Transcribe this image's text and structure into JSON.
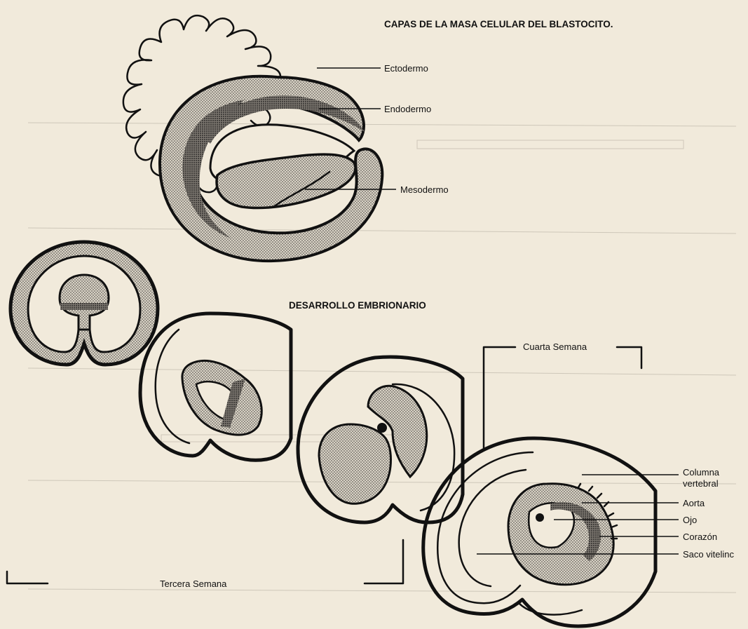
{
  "titles": {
    "capas": "CAPAS DE LA MASA CELULAR DEL BLASTOCITO.",
    "desarrollo": "DESARROLLO EMBRIONARIO"
  },
  "labels": {
    "ectodermo": "Ectodermo",
    "endodermo": "Endodermo",
    "mesodermo": "Mesodermo",
    "cuarta_semana": "Cuarta Semana",
    "tercera_semana": "Tercera Semana",
    "columna_vertebral_1": "Columna",
    "columna_vertebral_2": "vertebral",
    "aorta": "Aorta",
    "ojo": "Ojo",
    "corazon": "Corazón",
    "saco_vitelino": "Saco vitelinc"
  },
  "colors": {
    "paper": "#f1eadb",
    "ink": "#111111",
    "stipple_light": "#c9c4b8",
    "stipple_dark": "#6e6a63"
  }
}
